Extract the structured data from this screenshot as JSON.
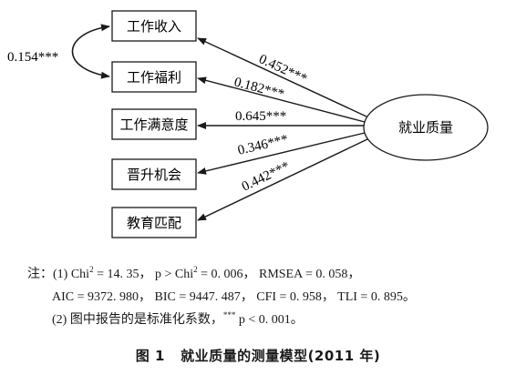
{
  "diagram": {
    "observed": [
      {
        "label": "工作收入"
      },
      {
        "label": "工作福利"
      },
      {
        "label": "工作满意度"
      },
      {
        "label": "晋升机会"
      },
      {
        "label": "教育匹配"
      }
    ],
    "latent": {
      "label": "就业质量"
    },
    "loadings": [
      "0.452***",
      "0.182***",
      "0.645***",
      "0.346***",
      "0.442***"
    ],
    "covariance": "0.154***"
  },
  "notes": {
    "line1_prefix": "注：(1) Chi",
    "line1_sup": "2",
    "line1_mid": " = 14. 35， p > Chi",
    "line1_sup2": "2",
    "line1_rest": " = 0. 006， RMSEA = 0. 058，",
    "line2": "AIC = 9372. 980， BIC = 9447. 487， CFI = 0. 958， TLI = 0. 895。",
    "line3_prefix": "(2) 图中报告的是标准化系数，",
    "line3_sup": "***",
    "line3_rest": " p < 0. 001。"
  },
  "caption": {
    "figure": "图 1",
    "title": "就业质量的测量模型(2011 年)"
  }
}
